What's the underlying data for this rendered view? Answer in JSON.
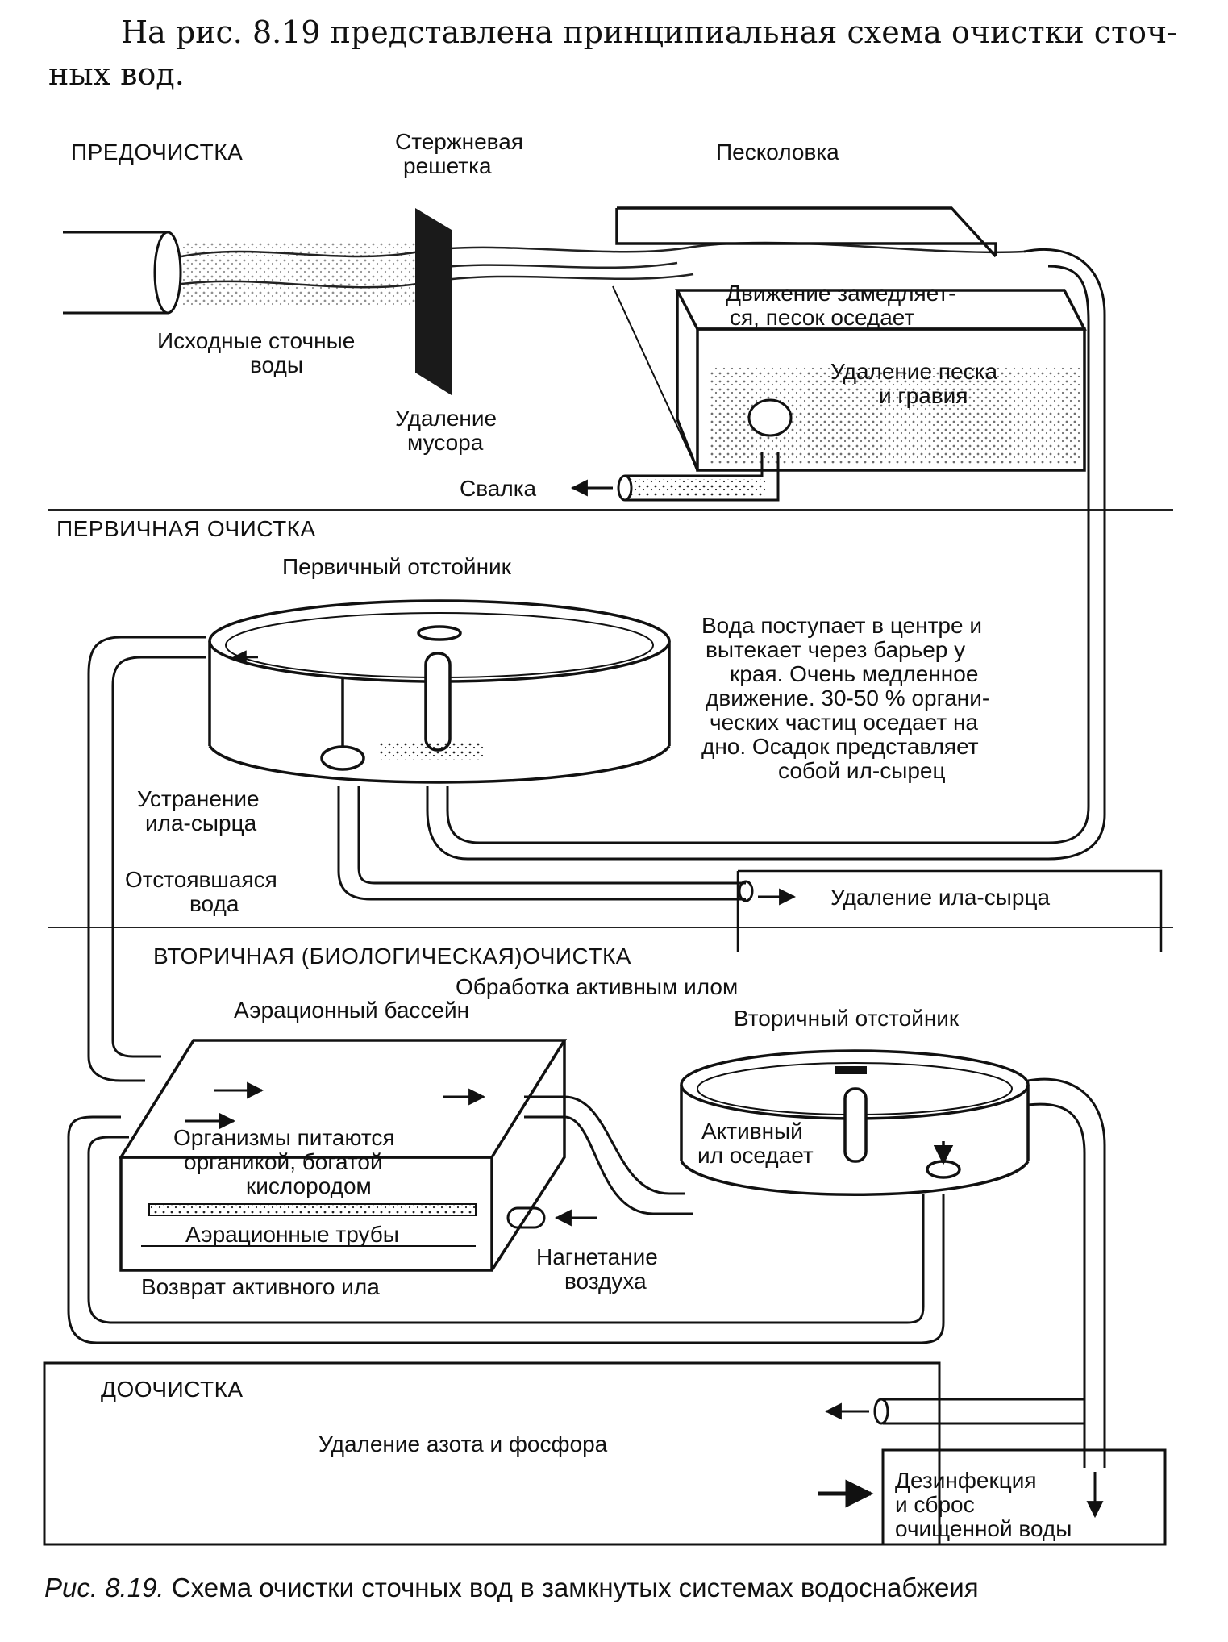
{
  "intro": {
    "line1": "На рис. 8.19 представлена принципиальная схема очистки сточ-",
    "line2": "ных вод."
  },
  "sections": {
    "pre": "ПРЕДОЧИСТКА",
    "primary": "ПЕРВИЧНАЯ ОЧИСТКА",
    "secondary": "ВТОРИЧНАЯ (БИОЛОГИЧЕСКАЯ)ОЧИСТКА",
    "tertiary": "ДООЧИСТКА"
  },
  "labels": {
    "bar_screen": [
      "Стержневая",
      "решетка"
    ],
    "grit_chamber": "Песколовка",
    "grit_motion": [
      "Движение замедляет-",
      "ся, песок оседает"
    ],
    "sand_removal": [
      "Удаление песка",
      "и гравия"
    ],
    "raw_sewage": [
      "Исходные сточные",
      "воды"
    ],
    "debris_removal": [
      "Удаление",
      "мусора"
    ],
    "landfill": "Свалка",
    "primary_settler": "Первичный отстойник",
    "primary_desc": [
      "Вода поступает в центре и",
      "вытекает через барьер у",
      "края. Очень медленное",
      "движение. 30-50 % органи-",
      "ческих частиц оседает на",
      "дно. Осадок представляет",
      "собой ил-сырец"
    ],
    "sludge_elimination": [
      "Устранение",
      "ила-сырца"
    ],
    "settled_water": [
      "Отстоявшаяся",
      "вода"
    ],
    "raw_sludge_removal": "Удаление ила-сырца",
    "activated_sludge_treatment": "Обработка активным илом",
    "aeration_basin": "Аэрационный бассейн",
    "secondary_settler": "Вторичный отстойник",
    "organisms": [
      "Организмы питаются",
      "органикой, богатой",
      "кислородом"
    ],
    "aeration_pipes": "Аэрационные трубы",
    "active_sludge_settles": [
      "Активный",
      "ил оседает"
    ],
    "air_injection": [
      "Нагнетание",
      "воздуха"
    ],
    "sludge_return": "Возврат активного ила",
    "n_p_removal": "Удаление азота и фосфора",
    "disinfection": [
      "Дезинфекция",
      "и сброс",
      "очищенной воды"
    ]
  },
  "caption": {
    "prefix": "Рис. 8.19.",
    "text": " Схема очистки сточных вод в замкнутых системах водоснабжеия"
  }
}
